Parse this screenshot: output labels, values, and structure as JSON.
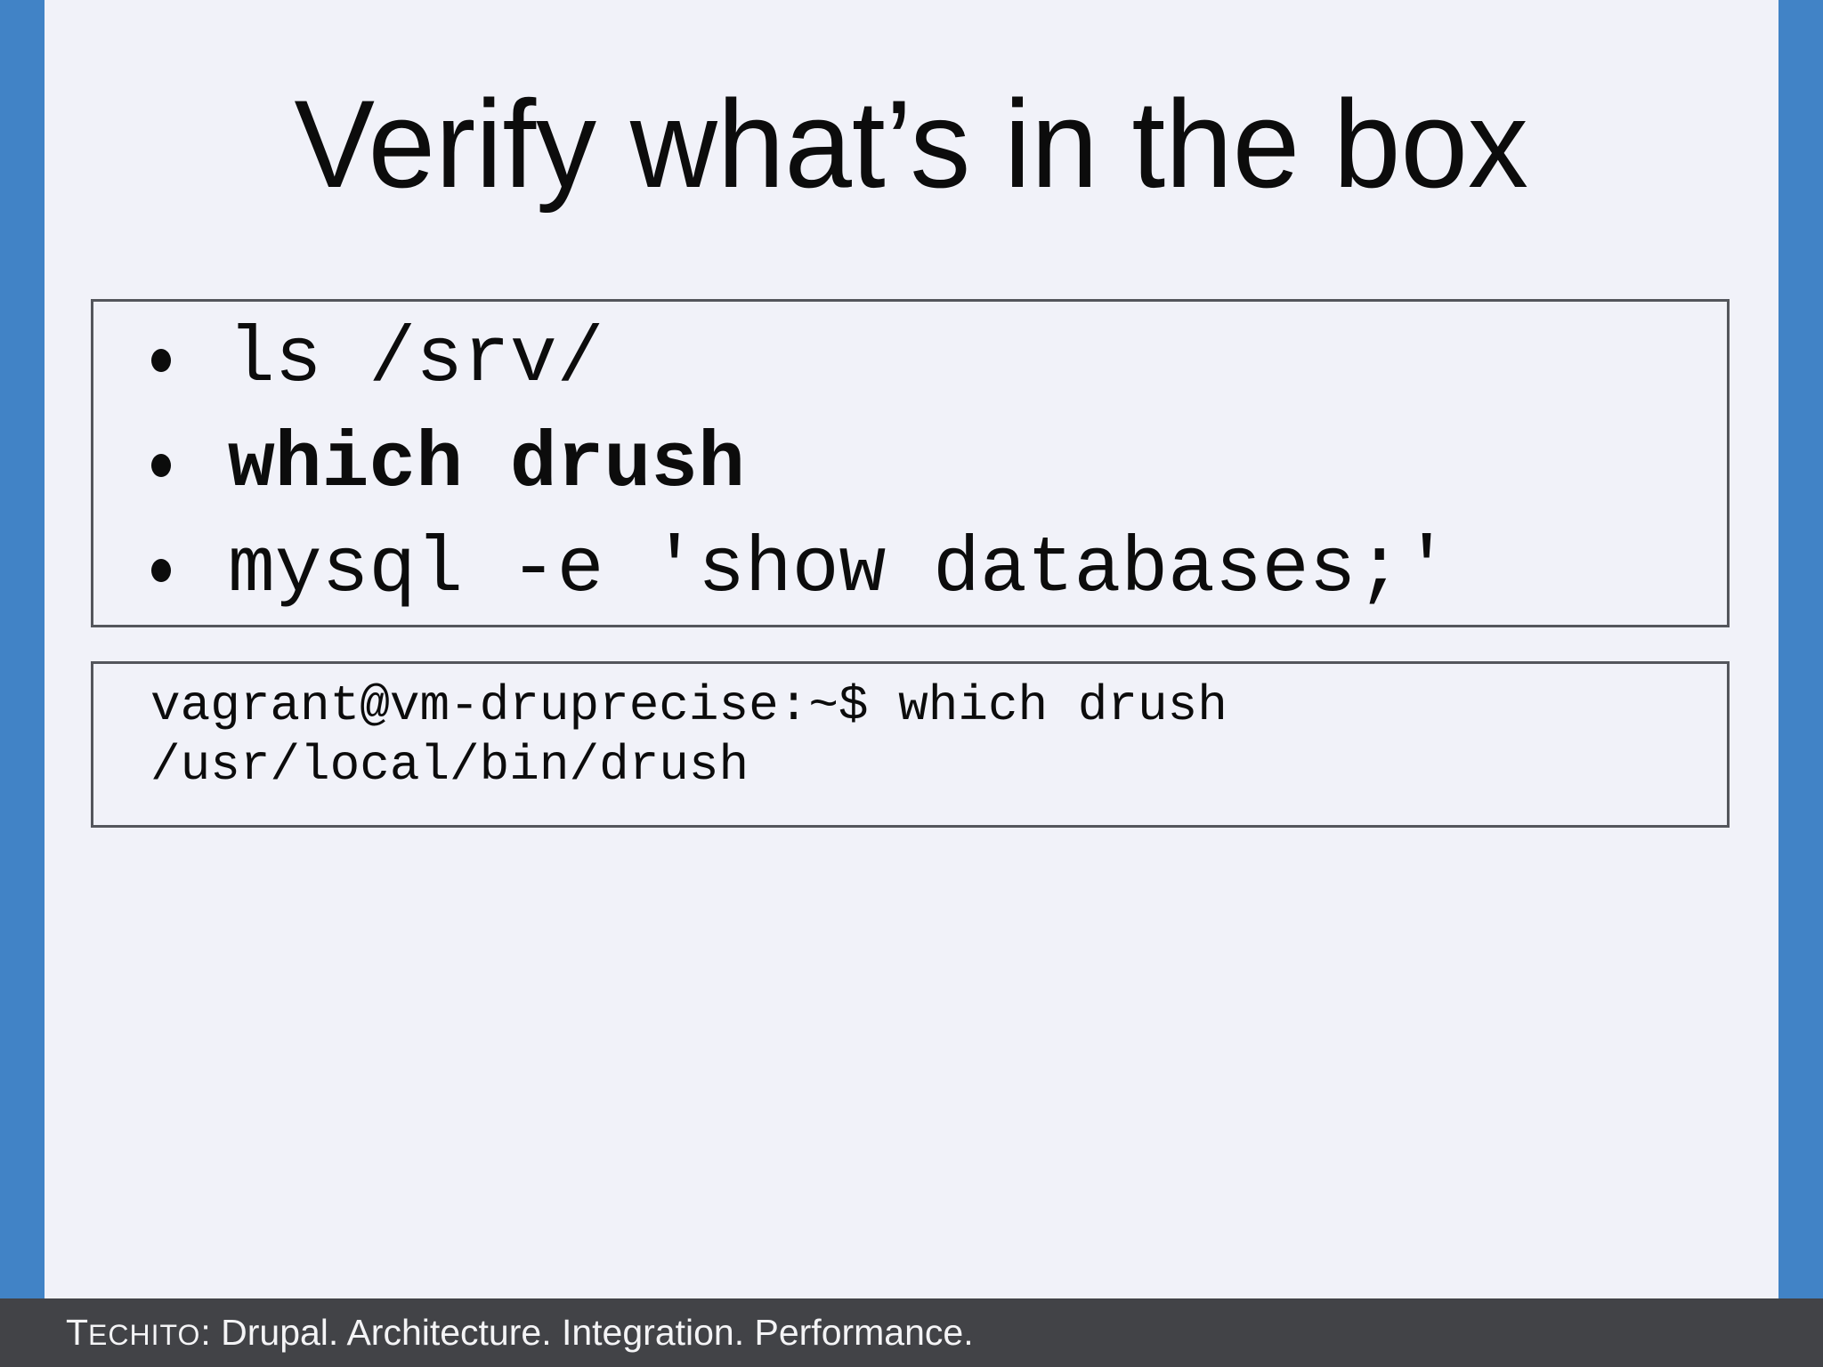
{
  "slide": {
    "title": "Verify what’s in the box",
    "bullets": [
      {
        "text": "ls /srv/",
        "bold": false
      },
      {
        "text": "which drush",
        "bold": true
      },
      {
        "text": "mysql -e 'show databases;'",
        "bold": false
      }
    ],
    "terminal": {
      "lines": [
        "vagrant@vm-druprecise:~$ which drush",
        "/usr/local/bin/drush"
      ]
    },
    "footer": {
      "brand_initial": "T",
      "brand_rest": "ECHITO",
      "tagline": ": Drupal. Architecture. Integration. Performance."
    },
    "colors": {
      "accent_blue": "#4183c6",
      "background": "#f1f2f9",
      "box_border": "#54565c",
      "footer_bg": "#424347",
      "footer_text": "#f4f4f6",
      "body_text": "#0c0c0c"
    }
  }
}
